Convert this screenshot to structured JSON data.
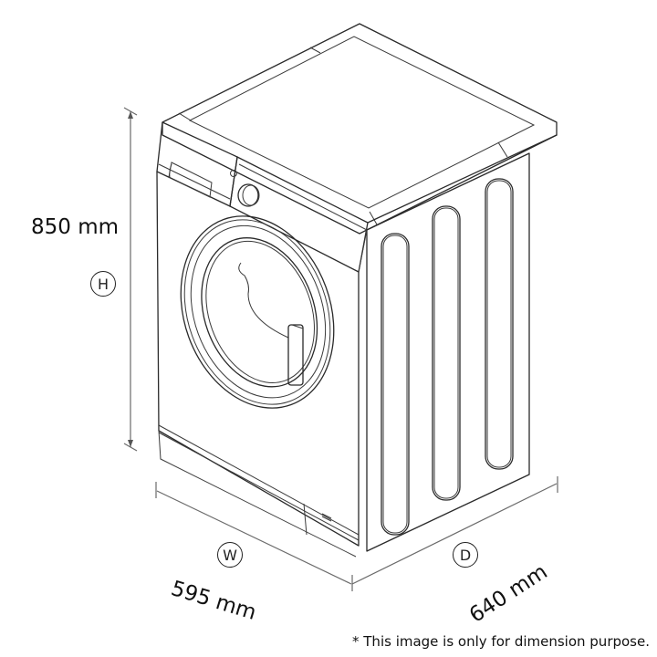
{
  "diagram": {
    "subject": "Front-load washing machine dimension drawing",
    "dimensions": {
      "height": {
        "badge": "H",
        "value": "850 mm"
      },
      "width": {
        "badge": "W",
        "value": "595 mm"
      },
      "depth": {
        "badge": "D",
        "value": "640 mm"
      }
    },
    "footnote": "* This image is only for dimension purpose.",
    "colors": {
      "line": "#2a2a2a",
      "dimension_line": "#6a6a6a",
      "background": "#ffffff"
    }
  }
}
